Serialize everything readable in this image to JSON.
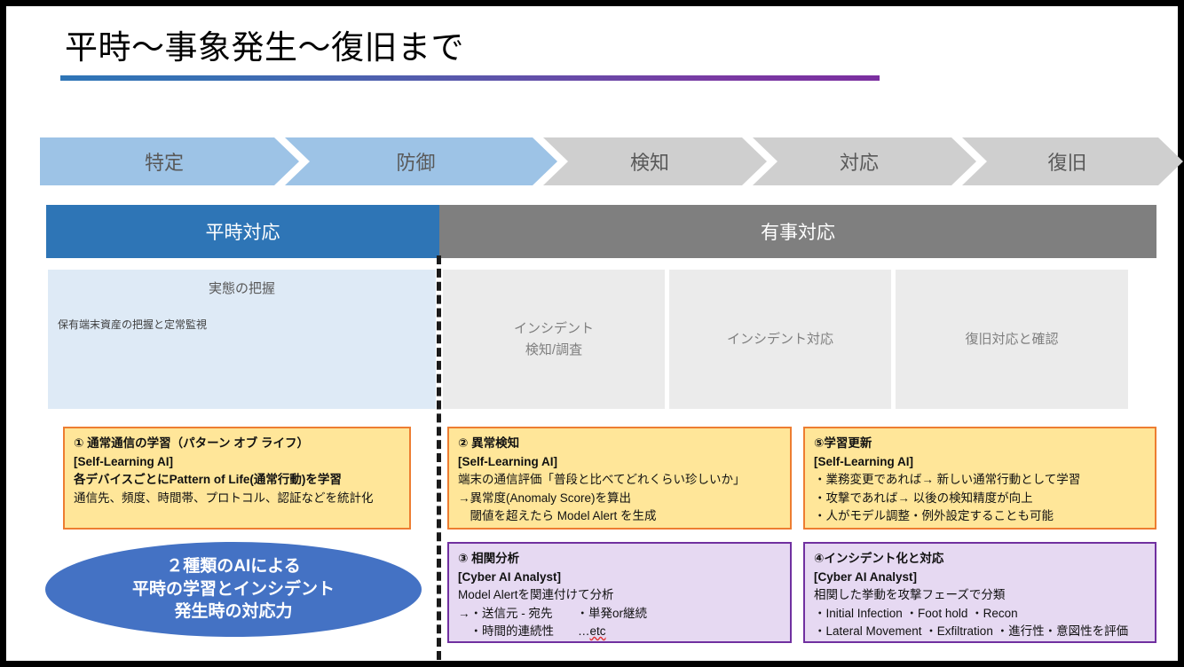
{
  "slide": {
    "title": "平時～事象発生～復旧まで",
    "accent_start": "#2e75b6",
    "accent_end": "#7030a0"
  },
  "process_bar": {
    "active_color": "#9dc3e6",
    "inactive_color": "#cfcfcf",
    "steps": [
      {
        "label": "特定",
        "state": "active"
      },
      {
        "label": "防御",
        "state": "active"
      },
      {
        "label": "検知",
        "state": "inactive"
      },
      {
        "label": "対応",
        "state": "inactive"
      },
      {
        "label": "復旧",
        "state": "inactive"
      }
    ]
  },
  "headers": {
    "normal": {
      "label": "平時対応",
      "color": "#2e75b6"
    },
    "crisis": {
      "label": "有事対応",
      "color": "#7f7f7f"
    }
  },
  "phase_panels": {
    "normal": {
      "title": "実態の把握",
      "subtitle": "保有端末資産の把握と定常監視",
      "color": "#deeaf6"
    },
    "crisis": [
      {
        "line1": "インシデント",
        "line2": "検知/調査"
      },
      {
        "line1": "インシデント対応",
        "line2": ""
      },
      {
        "line1": "復旧対応と確認",
        "line2": ""
      }
    ],
    "crisis_color": "#ebebeb"
  },
  "boxes": {
    "box1": {
      "border": "#ed7d31",
      "fill": "#ffe699",
      "lines": [
        {
          "text": "① 通常通信の学習（パターン オブ ライフ）",
          "bold": true
        },
        {
          "text": "[Self-Learning AI]",
          "bold": true
        },
        {
          "text": "各デバイスごとにPattern of Life(通常行動)を学習",
          "bold": true
        },
        {
          "text": "通信先、頻度、時間帯、プロトコル、認証などを統計化",
          "bold": false
        }
      ]
    },
    "box2": {
      "border": "#ed7d31",
      "fill": "#ffe699",
      "lines": [
        {
          "text": "② 異常検知",
          "bold": true
        },
        {
          "text": "[Self-Learning AI]",
          "bold": true
        },
        {
          "text": "端末の通信評価「普段と比べてどれくらい珍しいか」",
          "bold": false
        },
        {
          "text": "→異常度(Anomaly Score)を算出",
          "bold": false
        },
        {
          "text": "　閾値を超えたら Model Alert を生成",
          "bold": false
        }
      ]
    },
    "box5": {
      "border": "#ed7d31",
      "fill": "#ffe699",
      "lines": [
        {
          "text": "⑤学習更新",
          "bold": true
        },
        {
          "text": "[Self-Learning AI]",
          "bold": true
        },
        {
          "text": "・業務変更であれば→ 新しい通常行動として学習",
          "bold": false
        },
        {
          "text": "・攻撃であれば→ 以後の検知精度が向上",
          "bold": false
        },
        {
          "text": "・人がモデル調整・例外設定することも可能",
          "bold": false
        }
      ]
    },
    "box3": {
      "border": "#7030a0",
      "fill": "#e6d9f2",
      "lines": [
        {
          "text": "③ 相関分析",
          "bold": true
        },
        {
          "text": "[Cyber AI Analyst]",
          "bold": true
        },
        {
          "text": "Model Alertを関連付けて分析",
          "bold": false
        },
        {
          "text": "→・送信元 - 宛先　　・単発or継続",
          "bold": false
        },
        {
          "text": "　・時間的連続性　　…",
          "bold": false,
          "misspelled_suffix": "etc"
        }
      ]
    },
    "box4": {
      "border": "#7030a0",
      "fill": "#e6d9f2",
      "lines": [
        {
          "text": "④インシデント化と対応",
          "bold": true
        },
        {
          "text": "[Cyber AI Analyst]",
          "bold": true
        },
        {
          "text": "相関した挙動を攻撃フェーズで分類",
          "bold": false
        },
        {
          "text": "・Initial Infection ・Foot hold ・Recon",
          "bold": false
        },
        {
          "text": "・Lateral Movement ・Exfiltration ・進行性・意図性を評価",
          "bold": false
        }
      ]
    }
  },
  "ellipse": {
    "color": "#4472c4",
    "lines": [
      "２種類のAIによる",
      "平時の学習とインシデント",
      "発生時の対応力"
    ]
  }
}
